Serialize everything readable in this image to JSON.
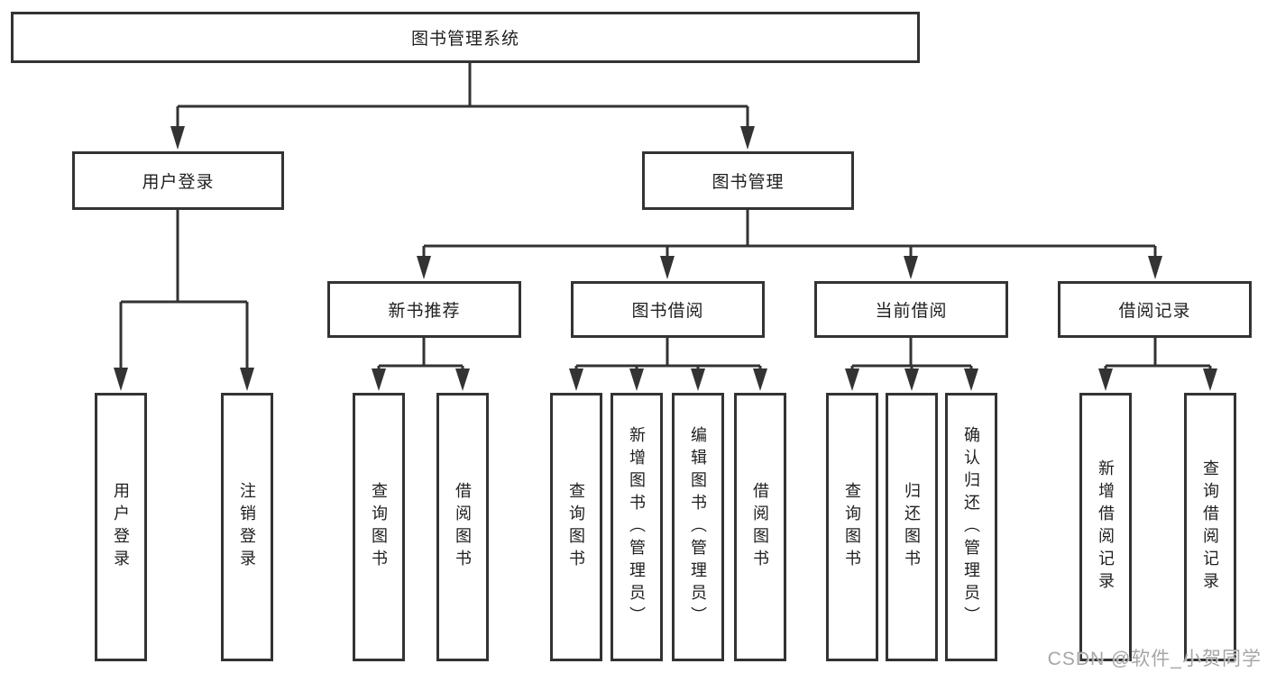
{
  "tree": {
    "root": {
      "label": "图书管理系统"
    },
    "level2": [
      {
        "label": "用户登录"
      },
      {
        "label": "图书管理"
      }
    ],
    "login_children": [
      "用户登录",
      "注销登录"
    ],
    "mgmt_children": [
      {
        "label": "新书推荐",
        "children": [
          "查询图书",
          "借阅图书"
        ]
      },
      {
        "label": "图书借阅",
        "children": [
          "查询图书",
          "新增图书（管理员）",
          "编辑图书（管理员）",
          "借阅图书"
        ]
      },
      {
        "label": "当前借阅",
        "children": [
          "查询图书",
          "归还图书",
          "确认归还（管理员）"
        ]
      },
      {
        "label": "借阅记录",
        "children": [
          "新增借阅记录",
          "查询借阅记录"
        ]
      }
    ]
  },
  "watermark": {
    "text": "CSDN @软件_小贺同学"
  },
  "colors": {
    "line": "#333333",
    "box_border": "#333333",
    "text": "#1f1f1f",
    "watermark": "#9e9e9e",
    "background": "#ffffff"
  }
}
